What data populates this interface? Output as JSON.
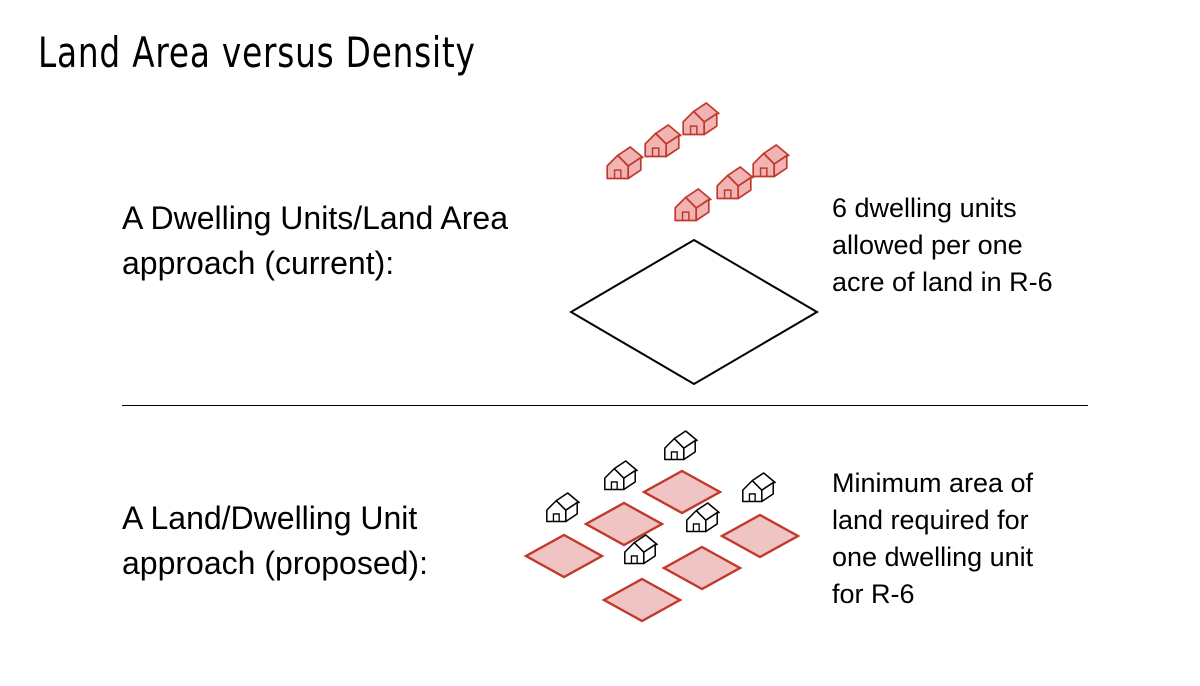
{
  "title": "Land Area versus Density",
  "current": {
    "lines": [
      "A Dwelling Units/Land Area",
      "approach (current):"
    ],
    "note_lines": [
      "6 dwelling units",
      "allowed per one",
      "acre of land in R-6"
    ]
  },
  "proposed": {
    "lines": [
      "A Land/Dwelling Unit",
      "approach (proposed):"
    ],
    "note_lines": [
      "Minimum area of",
      "land required for",
      "one dwelling unit",
      "for R-6"
    ]
  },
  "colors": {
    "accent_stroke": "#c0392b",
    "accent_fill_house": "#f2b3b3",
    "accent_fill_lot": "#f0c4c4",
    "line": "#000000"
  },
  "icons": {
    "house": "house-icon",
    "lot": "land-parcel-icon"
  }
}
